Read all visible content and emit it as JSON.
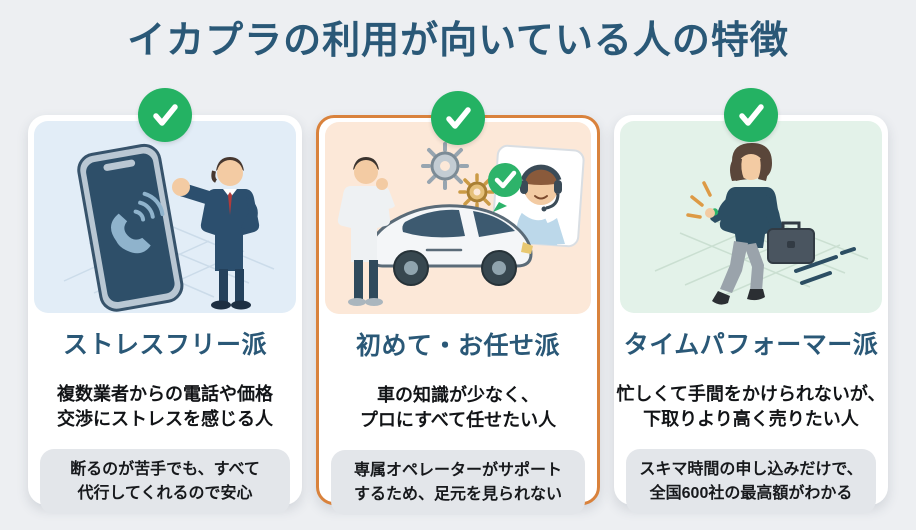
{
  "title": "イカプラの利用が向いている人の特徴",
  "colors": {
    "page_background": "#edeff2",
    "title_text": "#2a5877",
    "check_green": "#24b263",
    "highlight_border_orange": "#d9823c",
    "panel_blue": "#e2edf7",
    "panel_peach": "#fce8d8",
    "panel_green": "#e3f2e9",
    "note_gray": "#e3e6ea"
  },
  "cards": [
    {
      "title": "ストレスフリー派",
      "description_line1": "複数業者からの電話や価格",
      "description_line2": "交渉にストレスを感じる人",
      "note_line1": "断るのが苦手でも、すべて",
      "note_line2": "代行してくれるので安心",
      "illustration": "businessman-refusing-phone-calls",
      "highlighted": false
    },
    {
      "title": "初めて・お任せ派",
      "description_line1": "車の知識が少なく、",
      "description_line2": "プロにすべて任せたい人",
      "note_line1": "専属オペレーターがサポート",
      "note_line2": "するため、足元を見られない",
      "illustration": "thinking-man-car-and-operator",
      "highlighted": true
    },
    {
      "title": "タイムパフォーマー派",
      "description_line1": "忙しくて手間をかけられないが、",
      "description_line2": "下取りより高く売りたい人",
      "note_line1": "スキマ時間の申し込みだけで、",
      "note_line2": "全国600社の最高額がわかる",
      "illustration": "busy-businesswoman-running",
      "highlighted": false
    }
  ]
}
